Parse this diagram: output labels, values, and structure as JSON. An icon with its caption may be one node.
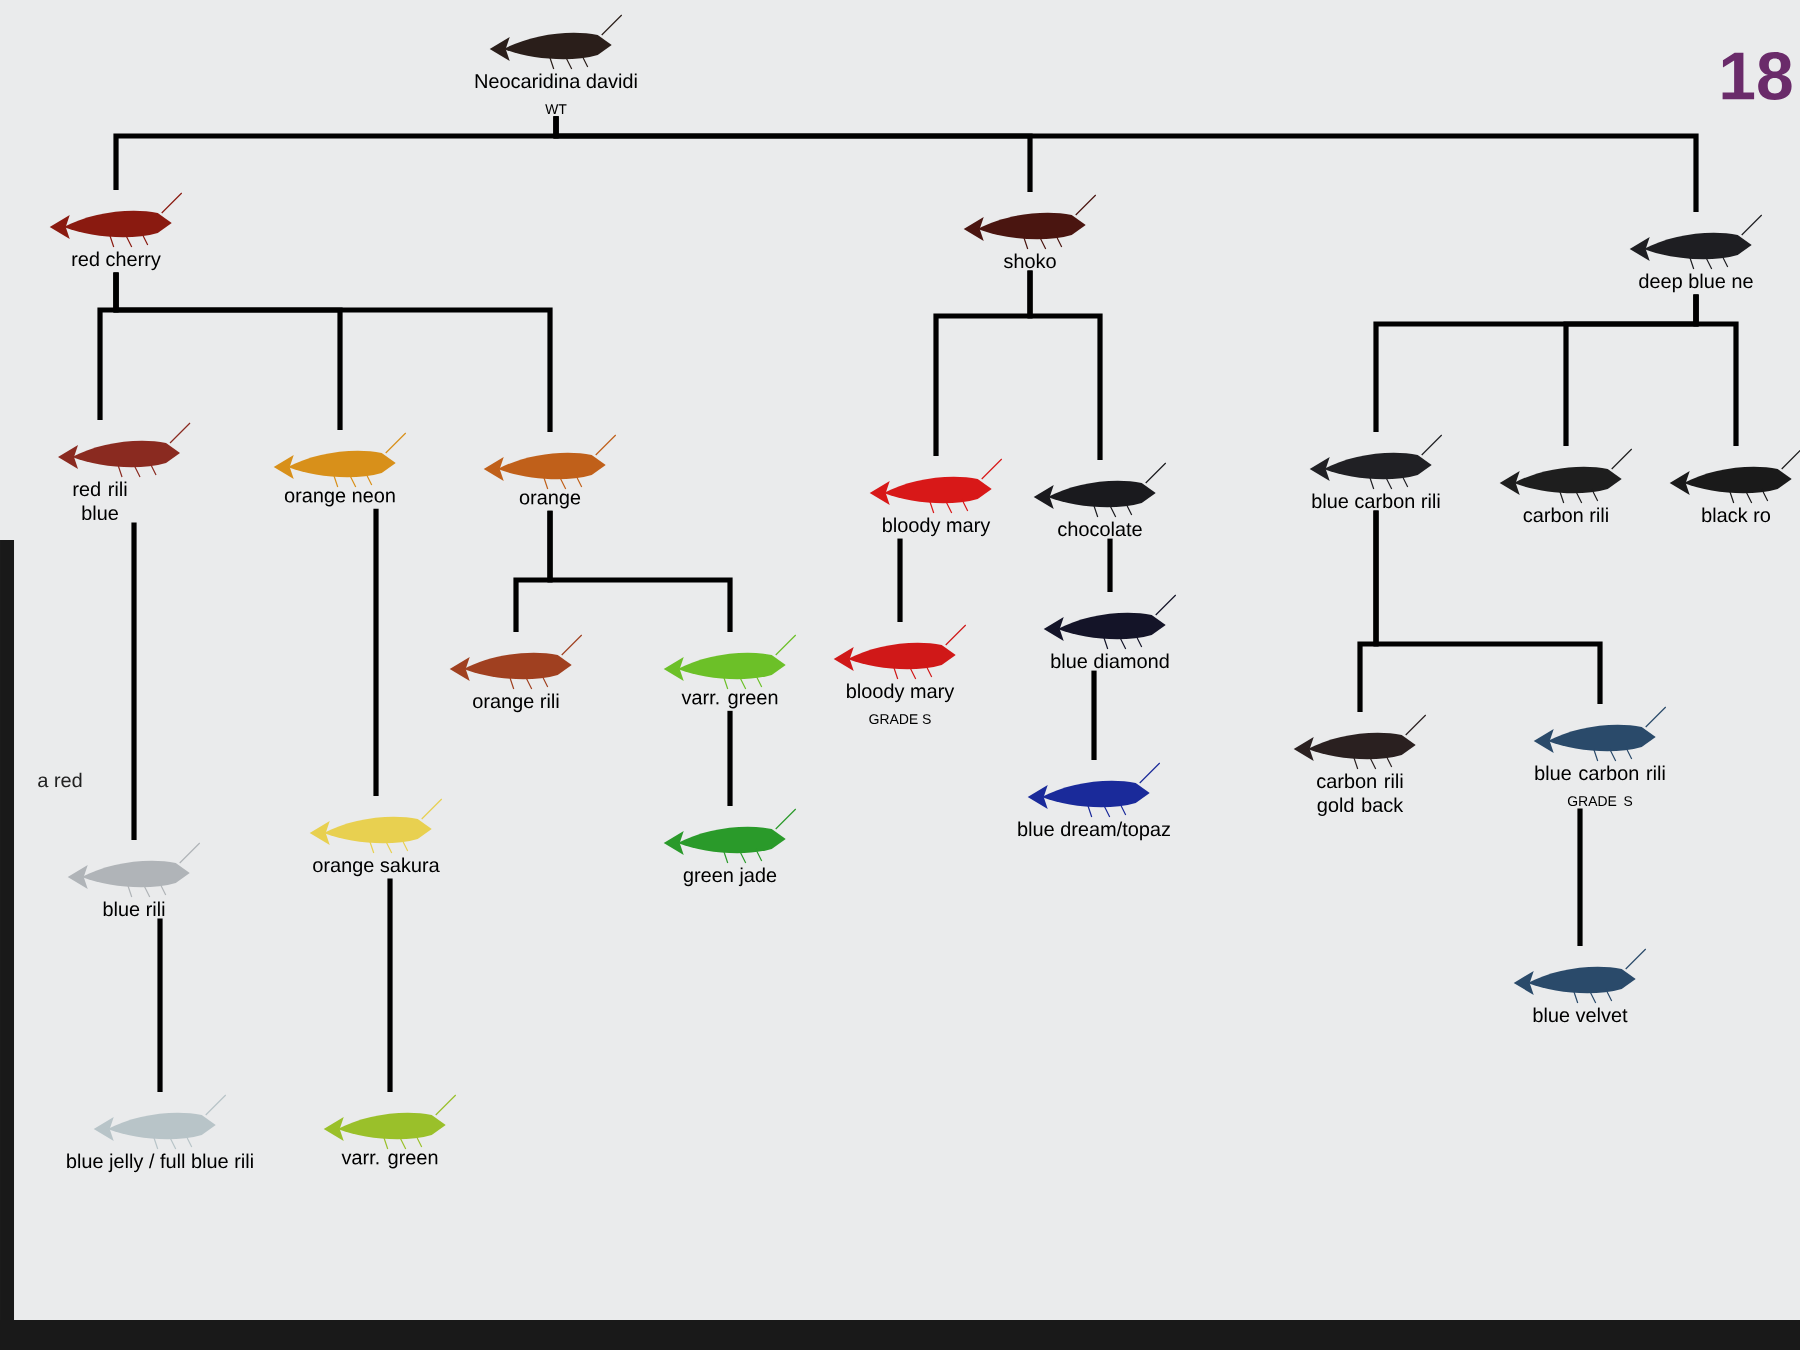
{
  "diagram": {
    "nodes": [
      {
        "text": [
          "Neocaridina davidi",
          "WT"
        ]
      },
      {
        "text": [
          "red cherry"
        ]
      },
      {
        "text": [
          "shoko"
        ]
      },
      {
        "text": [
          "deep blue ne"
        ]
      },
      {
        "text": [
          "red rili blue"
        ]
      },
      {
        "text": [
          "orange neon"
        ]
      },
      {
        "text": [
          "orange"
        ]
      },
      {
        "text": [
          "bloody mary"
        ]
      },
      {
        "text": [
          "chocolate"
        ]
      },
      {
        "text": [
          "blue carbon rili"
        ]
      },
      {
        "text": [
          "carbon rili"
        ]
      },
      {
        "text": [
          "black ro"
        ]
      },
      {
        "text": [
          "orange rili"
        ]
      },
      {
        "text": [
          "varr. green"
        ]
      },
      {
        "text": [
          "bloody mary",
          "GRADE S"
        ]
      },
      {
        "text": [
          "blue diamond"
        ]
      },
      {
        "text": [
          "carbon rili gold back"
        ]
      },
      {
        "text": [
          "blue carbon rili",
          "GRADE S"
        ]
      },
      {
        "text": [
          "blue rili"
        ]
      },
      {
        "text": [
          "orange sakura"
        ]
      },
      {
        "text": [
          "green jade"
        ]
      },
      {
        "text": [
          "blue dream/topaz"
        ]
      },
      {
        "text": [
          "blue jelly / full blue rili"
        ]
      },
      {
        "text": [
          "varr. green"
        ]
      },
      {
        "text": [
          "blue velvet"
        ]
      }
    ],
    "edges": [
      {
        "from": 0,
        "to": 1,
        "arrow": "none"
      },
      {
        "from": 0,
        "to": 2,
        "arrow": "none"
      },
      {
        "from": 0,
        "to": 3,
        "arrow": "none"
      },
      {
        "from": 1,
        "to": 4,
        "arrow": "none"
      },
      {
        "from": 1,
        "to": 5,
        "arrow": "none"
      },
      {
        "from": 1,
        "to": 6,
        "arrow": "none"
      },
      {
        "from": 2,
        "to": 7,
        "arrow": "none"
      },
      {
        "from": 2,
        "to": 8,
        "arrow": "none"
      },
      {
        "from": 3,
        "to": 9,
        "arrow": "none"
      },
      {
        "from": 3,
        "to": 10,
        "arrow": "none"
      },
      {
        "from": 3,
        "to": 11,
        "arrow": "none"
      },
      {
        "from": 6,
        "to": 12,
        "arrow": "none"
      },
      {
        "from": 6,
        "to": 13,
        "arrow": "none"
      },
      {
        "from": 7,
        "to": 14,
        "arrow": "none"
      },
      {
        "from": 8,
        "to": 15,
        "arrow": "none"
      },
      {
        "from": 9,
        "to": 16,
        "arrow": "none"
      },
      {
        "from": 9,
        "to": 17,
        "arrow": "none"
      },
      {
        "from": 4,
        "to": 18,
        "arrow": "none"
      },
      {
        "from": 5,
        "to": 19,
        "arrow": "none"
      },
      {
        "from": 13,
        "to": 20,
        "arrow": "none"
      },
      {
        "from": 15,
        "to": 21,
        "arrow": "none"
      },
      {
        "from": 18,
        "to": 22,
        "arrow": "none"
      },
      {
        "from": 19,
        "to": 23,
        "arrow": "none"
      },
      {
        "from": 17,
        "to": 24,
        "arrow": "none"
      }
    ],
    "labels": [
      "18",
      "a red"
    ]
  }
}
